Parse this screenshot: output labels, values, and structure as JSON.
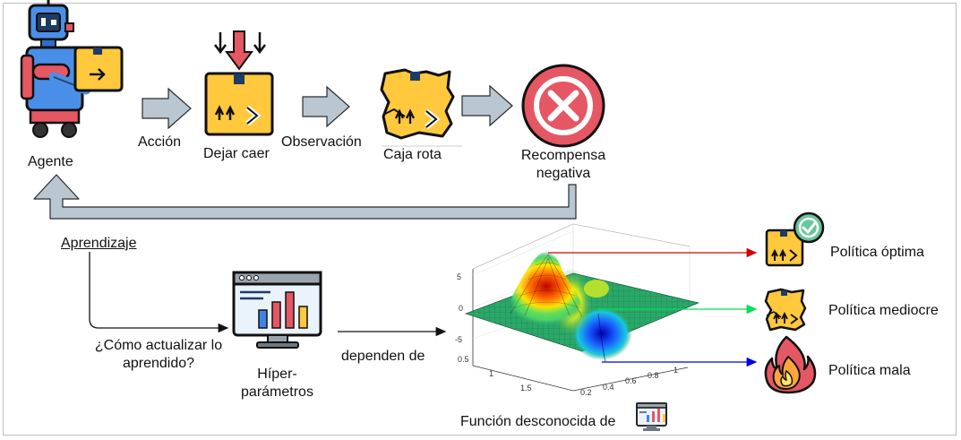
{
  "labels": {
    "agent": "Agente",
    "action": "Acción",
    "drop": "Dejar caer",
    "observation": "Observación",
    "broken_box": "Caja rota",
    "reward_line1": "Recompensa",
    "reward_line2": "negativa",
    "learning": "Aprendizaje",
    "question_line1": "¿Cómo actualizar lo",
    "question_line2": "aprendido?",
    "hyper_line1": "Híper-",
    "hyper_line2": "parámetros",
    "depend": "dependen de",
    "unknown_fn": "Función desconocida de",
    "policy_optimal": "Política óptima",
    "policy_mediocre": "Política mediocre",
    "policy_bad": "Política mala"
  },
  "plot_ticks": {
    "z": [
      "5",
      "0",
      "-5"
    ],
    "y": [
      "0.5",
      "1",
      "1.5"
    ],
    "x": [
      "0.2",
      "0.4",
      "0.6",
      "0.8",
      "1"
    ]
  },
  "colors": {
    "arrow_fill": "#b8c7d2",
    "arrow_stroke": "#2b2b2b",
    "box": "#ffc83d",
    "reward_red": "#e45763",
    "red_line": "#d40000",
    "green_line": "#00e05a",
    "blue_line": "#0000e0"
  },
  "icons": [
    "robot-agent-icon",
    "drop-box-icon",
    "broken-box-icon",
    "negative-reward-icon",
    "dashboard-monitor-icon",
    "optimal-box-icon",
    "mediocre-box-icon",
    "fire-icon"
  ]
}
